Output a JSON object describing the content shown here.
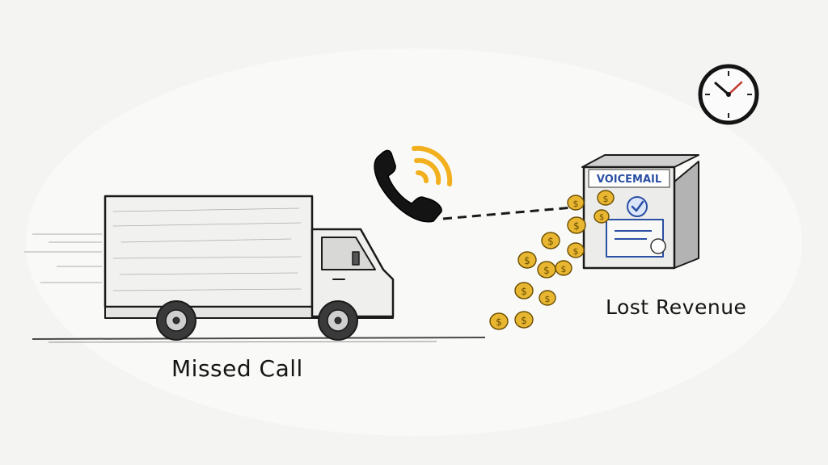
{
  "captions": {
    "missed_call": "Missed Call",
    "lost_revenue": "Lost Revenue"
  },
  "voicemail_box": {
    "label": "VOICEMAIL"
  },
  "icons": {
    "truck": "delivery-truck-icon",
    "phone": "ringing-phone-icon",
    "clock": "wall-clock-icon",
    "coin": "dollar-coin-icon",
    "check": "check-badge-icon"
  },
  "colors": {
    "background": "#f4f4f2",
    "ink": "#1a1a1a",
    "signal": "#f2b01e",
    "coin": "#e8b631",
    "voicemail_label": "#2b4fa3",
    "clock_hand": "#c0392b"
  }
}
